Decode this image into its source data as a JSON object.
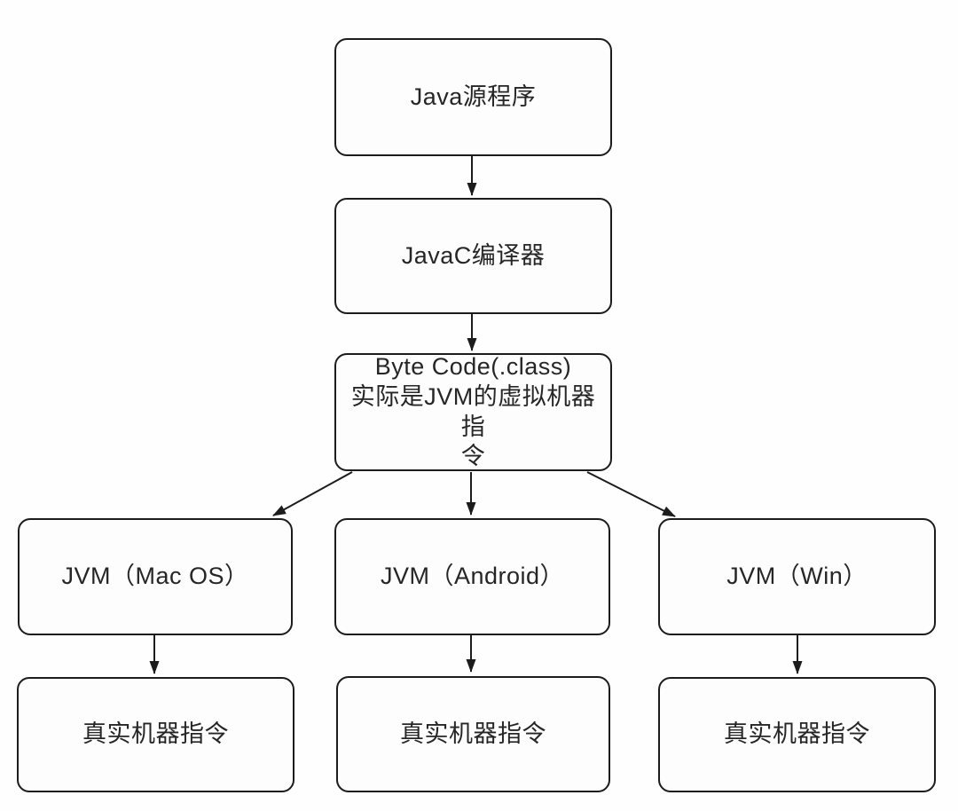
{
  "diagram": {
    "title": "Java compile and run flow",
    "colors": {
      "background": "#fefefe",
      "node_fill": "#fdfdfd",
      "node_border": "#1c1c1c",
      "text": "#262626",
      "arrow": "#1c1c1c"
    },
    "nodes": {
      "java_source": {
        "label": "Java源程序"
      },
      "javac_compiler": {
        "label": "JavaC编译器"
      },
      "byte_code": {
        "label": "Byte Code(.class)\n实际是JVM的虚拟机器指\n令"
      },
      "jvm_mac": {
        "label": "JVM（Mac OS）"
      },
      "jvm_android": {
        "label": "JVM（Android）"
      },
      "jvm_win": {
        "label": "JVM（Win）"
      },
      "machine_mac": {
        "label": "真实机器指令"
      },
      "machine_android": {
        "label": "真实机器指令"
      },
      "machine_win": {
        "label": "真实机器指令"
      }
    },
    "edges": [
      {
        "from": "java_source",
        "to": "javac_compiler"
      },
      {
        "from": "javac_compiler",
        "to": "byte_code"
      },
      {
        "from": "byte_code",
        "to": "jvm_mac"
      },
      {
        "from": "byte_code",
        "to": "jvm_android"
      },
      {
        "from": "byte_code",
        "to": "jvm_win"
      },
      {
        "from": "jvm_mac",
        "to": "machine_mac"
      },
      {
        "from": "jvm_android",
        "to": "machine_android"
      },
      {
        "from": "jvm_win",
        "to": "machine_win"
      }
    ]
  }
}
